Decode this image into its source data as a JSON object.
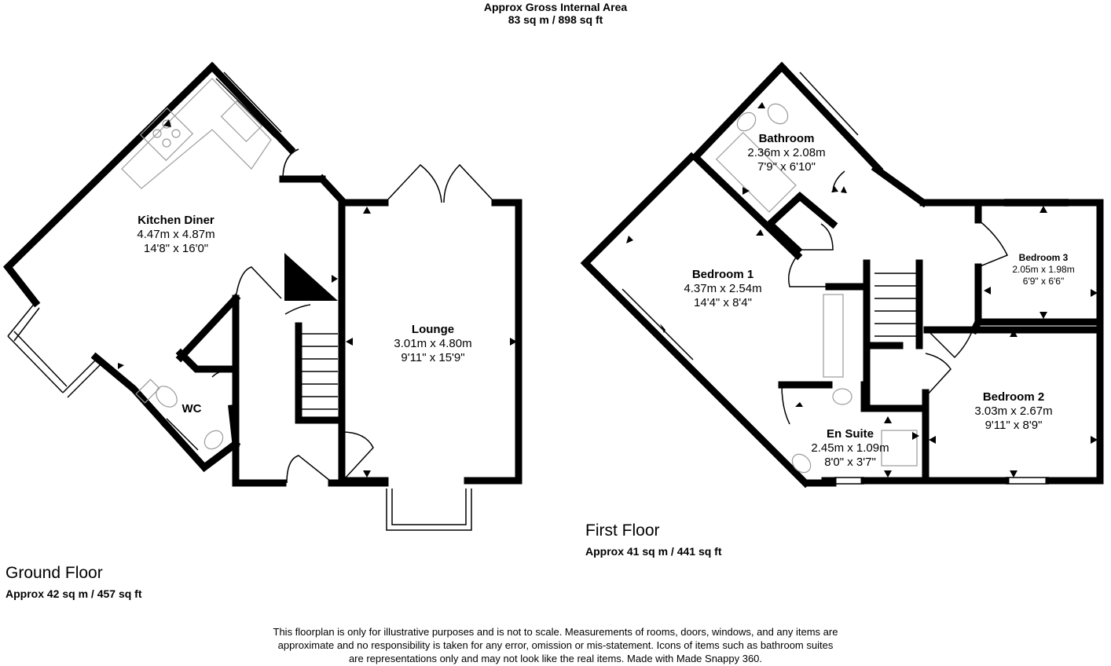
{
  "header": {
    "line1": "Approx Gross Internal Area",
    "line2": "83 sq m / 898 sq ft"
  },
  "ground_floor": {
    "name": "Ground Floor",
    "area": "Approx 42 sq m / 457 sq ft",
    "rooms": {
      "kitchen": {
        "name": "Kitchen Diner",
        "metric": "4.47m x 4.87m",
        "imperial": "14'8\" x 16'0\""
      },
      "lounge": {
        "name": "Lounge",
        "metric": "3.01m x 4.80m",
        "imperial": "9'11\" x 15'9\""
      },
      "wc": {
        "name": "WC"
      }
    }
  },
  "first_floor": {
    "name": "First Floor",
    "area": "Approx 41 sq m / 441 sq ft",
    "rooms": {
      "bathroom": {
        "name": "Bathroom",
        "metric": "2.36m x 2.08m",
        "imperial": "7'9\" x 6'10\""
      },
      "bedroom1": {
        "name": "Bedroom 1",
        "metric": "4.37m x 2.54m",
        "imperial": "14'4\" x 8'4\""
      },
      "bedroom2": {
        "name": "Bedroom 2",
        "metric": "3.03m x 2.67m",
        "imperial": "9'11\" x 8'9\""
      },
      "bedroom3": {
        "name": "Bedroom 3",
        "metric": "2.05m x 1.98m",
        "imperial": "6'9\" x 6'6\""
      },
      "ensuite": {
        "name": "En Suite",
        "metric": "2.45m x 1.09m",
        "imperial": "8'0\" x 3'7\""
      }
    }
  },
  "disclaimer": {
    "line1": "This floorplan is only for illustrative purposes and is not to scale. Measurements of rooms, doors, windows, and any items are",
    "line2": "approximate and no responsibility is taken for any error, omission or mis-statement. Icons of items such as bathroom suites",
    "line3": "are representations only and may not look like the real items. Made with Made Snappy 360."
  },
  "colors": {
    "wall": "#000000",
    "fixture": "#9a9a9a",
    "background": "#ffffff"
  }
}
